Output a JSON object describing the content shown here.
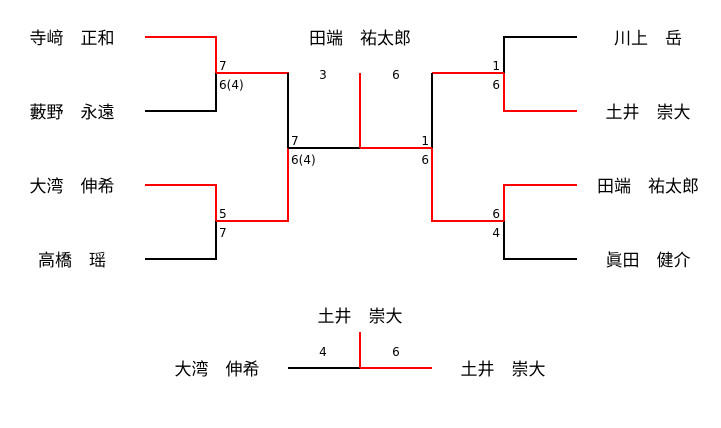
{
  "bracket": {
    "champion": "田端　祐太郎",
    "final_scores": {
      "left": "3",
      "right": "6"
    },
    "left": {
      "players": [
        "寺﨑　正和",
        "藪野　永遠",
        "大湾　伸希",
        "高橋　瑶"
      ],
      "match1_scores": {
        "top": "7",
        "bottom": "6(4)"
      },
      "match2_scores": {
        "top": "5",
        "bottom": "7"
      },
      "semi_scores": {
        "top": "7",
        "bottom": "6(4)"
      }
    },
    "right": {
      "players": [
        "川上　岳",
        "土井　崇大",
        "田端　祐太郎",
        "眞田　健介"
      ],
      "match1_scores": {
        "top": "1",
        "bottom": "6"
      },
      "match2_scores": {
        "top": "6",
        "bottom": "4"
      },
      "semi_scores": {
        "top": "1",
        "bottom": "6"
      }
    }
  },
  "third_place": {
    "winner": "土井　崇大",
    "left_player": "大湾　伸希",
    "right_player": "土井　崇大",
    "scores": {
      "left": "4",
      "right": "6"
    }
  },
  "colors": {
    "win": "#ff0000",
    "line": "#000000"
  }
}
